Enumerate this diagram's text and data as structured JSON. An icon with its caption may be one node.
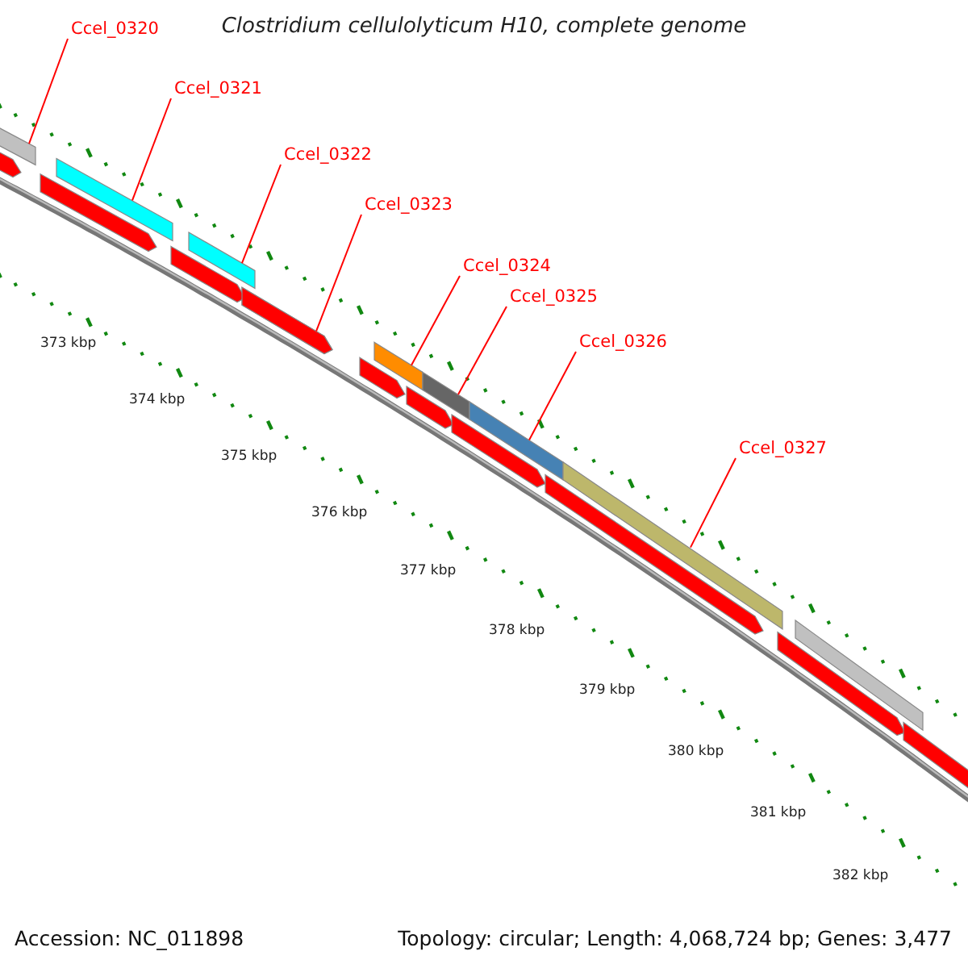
{
  "diagram": {
    "title": "Clostridium cellulolyticum H10, complete genome",
    "nodes": [
      {
        "text": [
          "Ccel_0320"
        ]
      },
      {
        "text": [],
        "shape": "bar"
      },
      {
        "text": [
          "Ccel_0321"
        ]
      },
      {
        "text": [],
        "shape": "bar"
      },
      {
        "text": [
          "Ccel_0322"
        ]
      },
      {
        "text": [],
        "shape": "bar"
      },
      {
        "text": [
          "Ccel_0323"
        ]
      },
      {
        "text": [],
        "shape": "bar"
      },
      {
        "text": [
          "Ccel_0324"
        ]
      },
      {
        "text": [],
        "shape": "bar"
      },
      {
        "text": [
          "Ccel_0325"
        ]
      },
      {
        "text": [],
        "shape": "bar"
      },
      {
        "text": [
          "Ccel_0326"
        ]
      },
      {
        "text": [],
        "shape": "bar"
      },
      {
        "text": [
          "Ccel_0327"
        ]
      },
      {
        "text": [],
        "shape": "bar"
      },
      {
        "text": [],
        "shape": "bar"
      },
      {
        "text": [],
        "shape": "bar"
      },
      {
        "text": [],
        "shape": "bar"
      },
      {
        "text": [],
        "shape": "bar"
      },
      {
        "text": [],
        "shape": "bar"
      },
      {
        "text": [],
        "shape": "bar"
      },
      {
        "text": [],
        "shape": "bar"
      },
      {
        "text": [],
        "shape": "bar"
      },
      {
        "text": [],
        "shape": "bar"
      },
      {
        "text": [],
        "shape": "bar"
      },
      {
        "text": [],
        "shape": "bar"
      }
    ],
    "edges": [
      {
        "from": 0,
        "to": 1,
        "arrow": "none"
      },
      {
        "from": 2,
        "to": 3,
        "arrow": "none"
      },
      {
        "from": 4,
        "to": 5,
        "arrow": "none"
      },
      {
        "from": 6,
        "to": 7,
        "arrow": "none"
      },
      {
        "from": 8,
        "to": 9,
        "arrow": "none"
      },
      {
        "from": 10,
        "to": 11,
        "arrow": "none"
      },
      {
        "from": 12,
        "to": 13,
        "arrow": "none"
      },
      {
        "from": 14,
        "to": 15,
        "arrow": "none"
      }
    ],
    "labels": [
      "373 kbp",
      "374 kbp",
      "375 kbp",
      "376 kbp",
      "377 kbp",
      "378 kbp",
      "379 kbp",
      "380 kbp",
      "381 kbp",
      "382 kbp",
      "Accession: NC_011898",
      "Topology: circular; Length: 4,068,724 bp; Genes: 3,477"
    ]
  }
}
